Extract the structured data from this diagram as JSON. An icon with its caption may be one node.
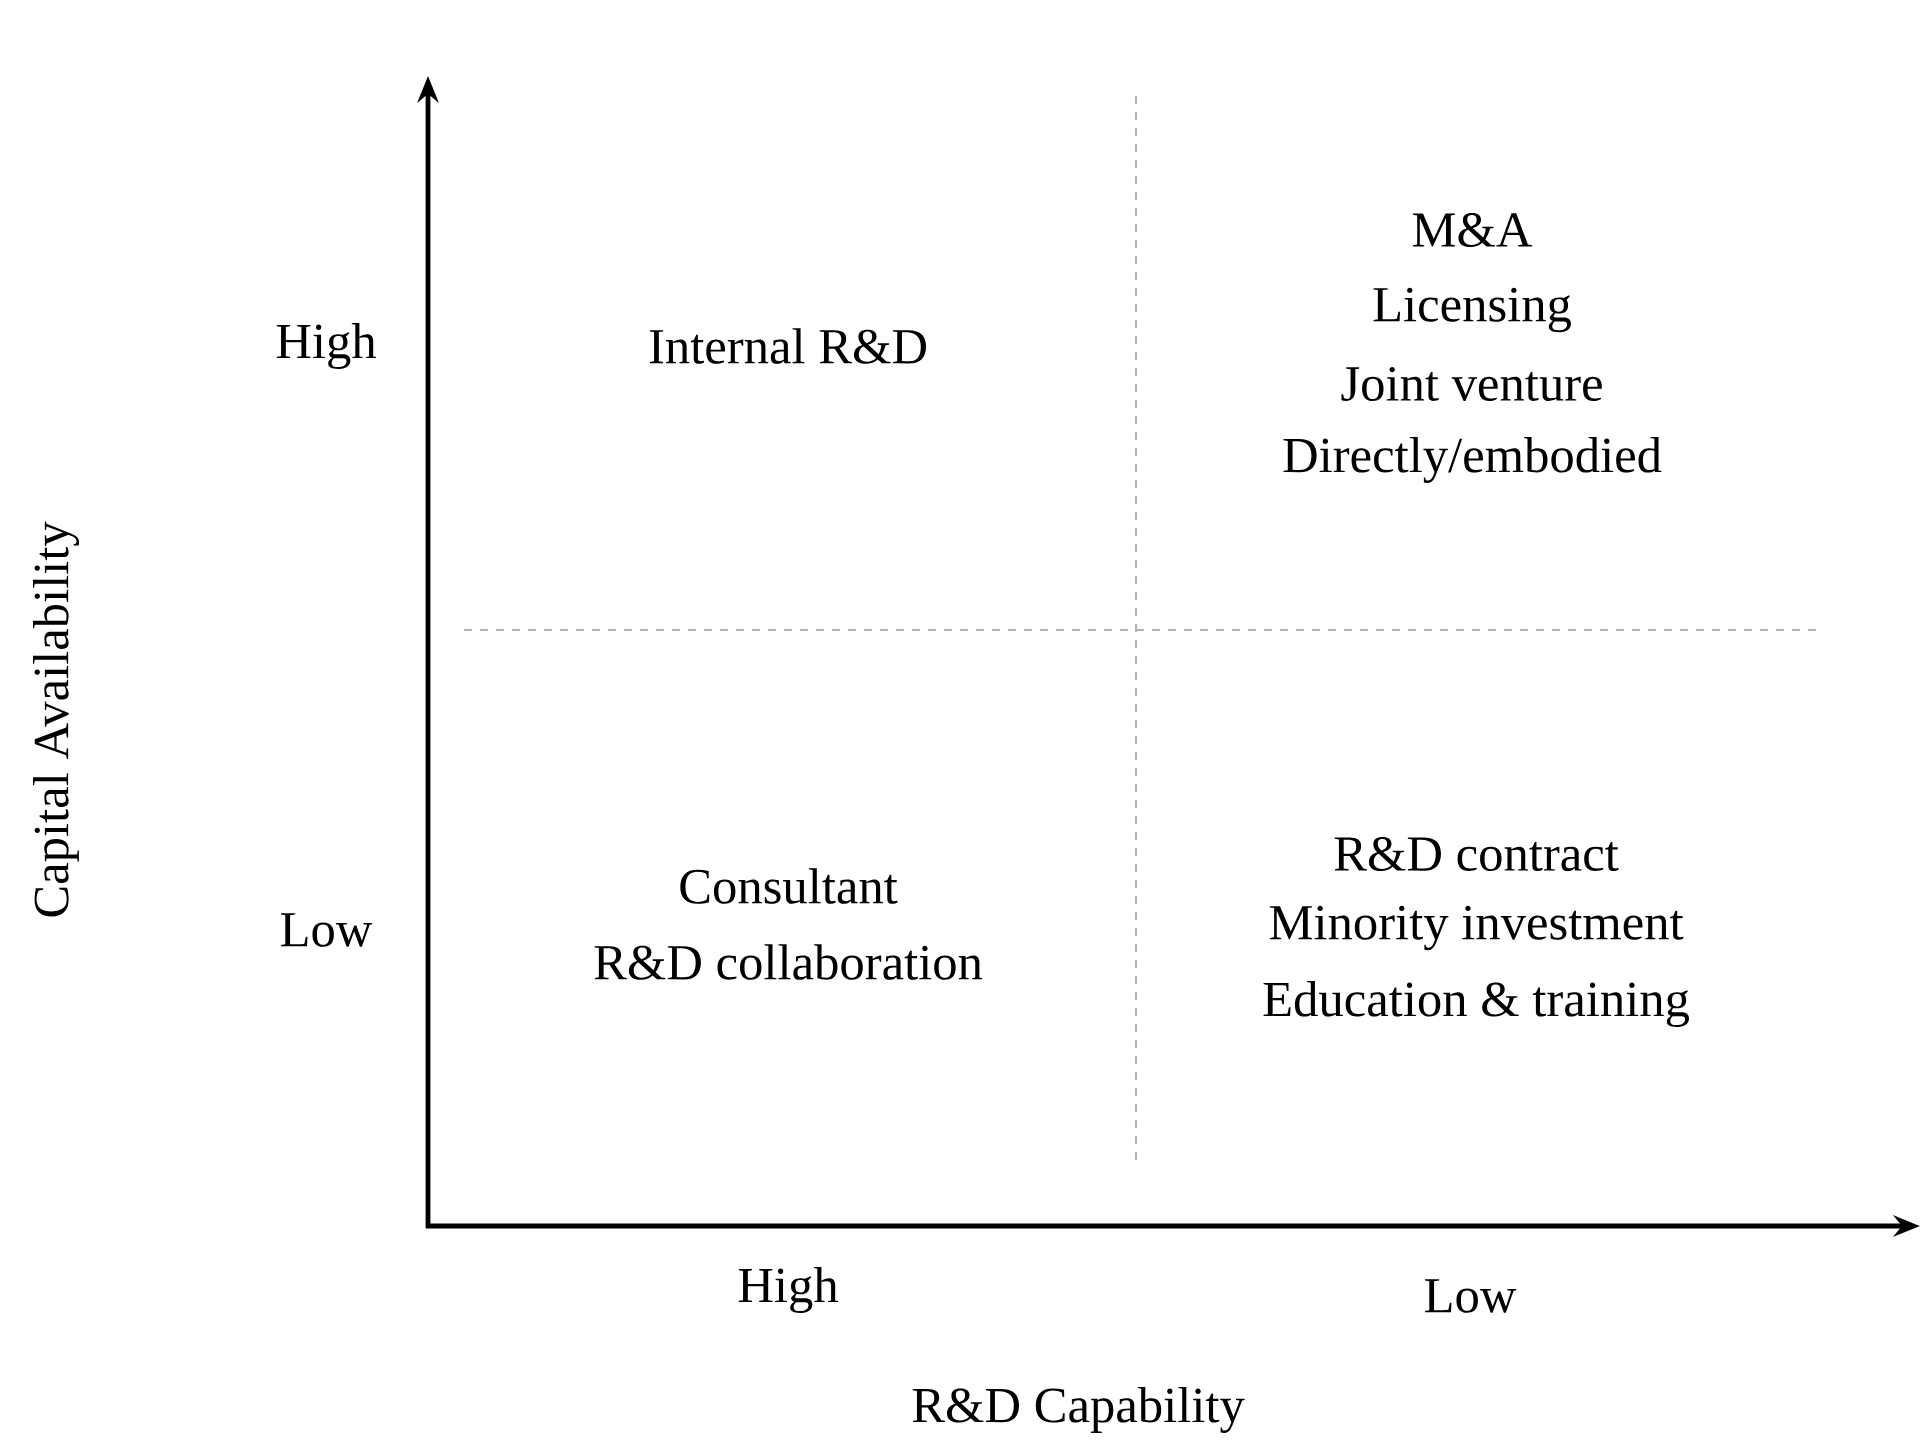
{
  "diagram": {
    "labels": [
      "High",
      "Internal R&D",
      "M&A",
      "Licensing",
      "Joint venture",
      "Directly/embodied",
      "Low",
      "Consultant",
      "R&D collaboration",
      "R&D contract",
      "Minority investment",
      "Education & training",
      "High",
      "Low",
      "R&D Capability",
      "Capital Availability"
    ]
  }
}
